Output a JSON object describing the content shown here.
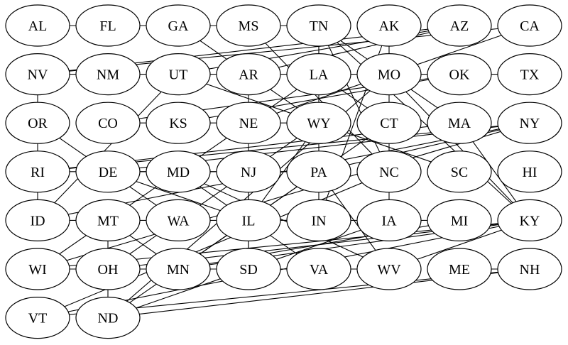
{
  "graph": {
    "node_style": "ellipse",
    "stroke_color": "#000000",
    "fill_color": "#ffffff",
    "rows": [
      [
        "AL",
        "FL",
        "GA",
        "MS",
        "TN",
        "AK",
        "AZ",
        "CA"
      ],
      [
        "NV",
        "NM",
        "UT",
        "AR",
        "LA",
        "MO",
        "OK",
        "TX"
      ],
      [
        "OR",
        "CO",
        "KS",
        "NE",
        "WY",
        "CT",
        "MA",
        "NY"
      ],
      [
        "RI",
        "DE",
        "MD",
        "NJ",
        "PA",
        "NC",
        "SC",
        "HI"
      ],
      [
        "ID",
        "MT",
        "WA",
        "IL",
        "IN",
        "IA",
        "MI",
        "KY"
      ],
      [
        "WI",
        "OH",
        "MN",
        "SD",
        "VA",
        "WV",
        "ME",
        "NH"
      ],
      [
        "VT",
        "ND"
      ]
    ],
    "edges": [
      [
        "AL",
        "FL"
      ],
      [
        "FL",
        "GA"
      ],
      [
        "GA",
        "MS"
      ],
      [
        "MS",
        "TN"
      ],
      [
        "NV",
        "NM"
      ],
      [
        "NM",
        "UT"
      ],
      [
        "UT",
        "AR"
      ],
      [
        "AR",
        "LA"
      ],
      [
        "LA",
        "MO"
      ],
      [
        "MO",
        "OK"
      ],
      [
        "OK",
        "TX"
      ],
      [
        "CO",
        "KS"
      ],
      [
        "KS",
        "NE"
      ],
      [
        "NE",
        "WY"
      ],
      [
        "DE",
        "MD"
      ],
      [
        "MD",
        "NJ"
      ],
      [
        "NJ",
        "PA"
      ],
      [
        "ID",
        "MT"
      ],
      [
        "IL",
        "IN"
      ],
      [
        "IN",
        "IA"
      ],
      [
        "IA",
        "MI"
      ],
      [
        "WI",
        "OH"
      ],
      [
        "OH",
        "MN"
      ],
      [
        "MN",
        "SD"
      ],
      [
        "SD",
        "VA"
      ],
      [
        "VA",
        "WV"
      ],
      [
        "ME",
        "NH"
      ],
      [
        "NV",
        "OR"
      ],
      [
        "OR",
        "ID"
      ],
      [
        "MT",
        "ND"
      ],
      [
        "CT",
        "IA"
      ],
      [
        "TN",
        "IN"
      ],
      [
        "NJ",
        "SD"
      ],
      [
        "AK",
        "IN"
      ],
      [
        "NV",
        "AZ"
      ],
      [
        "NV",
        "CA"
      ],
      [
        "AZ",
        "UT"
      ],
      [
        "CA",
        "MO"
      ],
      [
        "AZ",
        "AR"
      ],
      [
        "TN",
        "MA"
      ],
      [
        "TN",
        "NC"
      ],
      [
        "TN",
        "LA"
      ],
      [
        "TN",
        "KY"
      ],
      [
        "AK",
        "CT"
      ],
      [
        "GA",
        "WY"
      ],
      [
        "MS",
        "NC"
      ],
      [
        "UT",
        "SC"
      ],
      [
        "UT",
        "ID"
      ],
      [
        "AR",
        "SD"
      ],
      [
        "LA",
        "WI"
      ],
      [
        "LA",
        "CT"
      ],
      [
        "MO",
        "KY"
      ],
      [
        "MO",
        "ND"
      ],
      [
        "OK",
        "CO"
      ],
      [
        "OK",
        "KS"
      ],
      [
        "NE",
        "MO"
      ],
      [
        "WY",
        "IL"
      ],
      [
        "WY",
        "OH"
      ],
      [
        "CT",
        "MN"
      ],
      [
        "MA",
        "KY"
      ],
      [
        "MA",
        "RI"
      ],
      [
        "NY",
        "RI"
      ],
      [
        "NY",
        "DE"
      ],
      [
        "NY",
        "ID"
      ],
      [
        "NY",
        "PA"
      ],
      [
        "NY",
        "WI"
      ],
      [
        "RI",
        "PA"
      ],
      [
        "OR",
        "WA"
      ],
      [
        "DE",
        "IL"
      ],
      [
        "MD",
        "VA"
      ],
      [
        "MD",
        "WV"
      ],
      [
        "PA",
        "WV"
      ],
      [
        "PA",
        "ND"
      ],
      [
        "NC",
        "VT"
      ],
      [
        "KY",
        "WI"
      ],
      [
        "KY",
        "OH"
      ],
      [
        "KY",
        "MN"
      ],
      [
        "KY",
        "VT"
      ],
      [
        "KY",
        "WV"
      ],
      [
        "MI",
        "MN"
      ],
      [
        "IL",
        "MN"
      ],
      [
        "IA",
        "ND"
      ],
      [
        "MT",
        "MN"
      ],
      [
        "IN",
        "MT"
      ],
      [
        "NH",
        "VT"
      ],
      [
        "NH",
        "ND"
      ]
    ]
  }
}
